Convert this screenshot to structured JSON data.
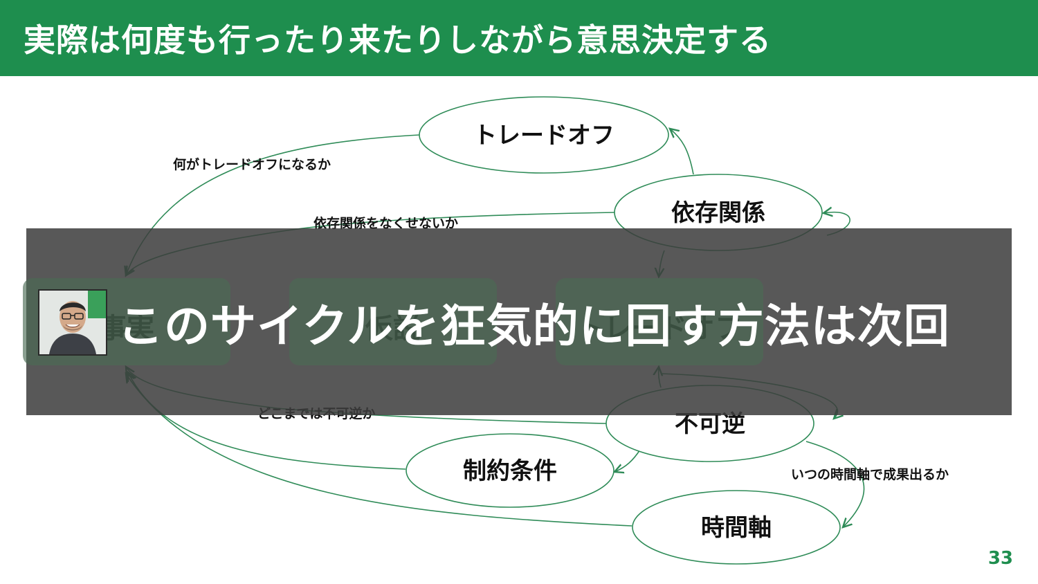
{
  "header": {
    "title": "実際は何度も行ったり来たりしながら意思決定する"
  },
  "nodes": {
    "tradeoff": "トレードオフ",
    "dependency": "依存関係",
    "irreversible": "不可逆",
    "constraints": "制約条件",
    "timeaxis": "時間軸"
  },
  "edge_labels": {
    "tradeoff": "何がトレードオフになるか",
    "dependency": "依存関係をなくせないか",
    "irreversible": "どこまでは不可逆か",
    "timeaxis": "いつの時間軸で成果出るか"
  },
  "boxes": {
    "left": "事実",
    "middle": "仮説",
    "right": "トレードオフ"
  },
  "overlay": {
    "text": "このサイクルを狂気的に回す方法は次回"
  },
  "page": {
    "number": "33"
  },
  "colors": {
    "brand_green": "#1e8e4e",
    "edge_green": "#2e8b57",
    "overlay": "#3c3c3c"
  }
}
